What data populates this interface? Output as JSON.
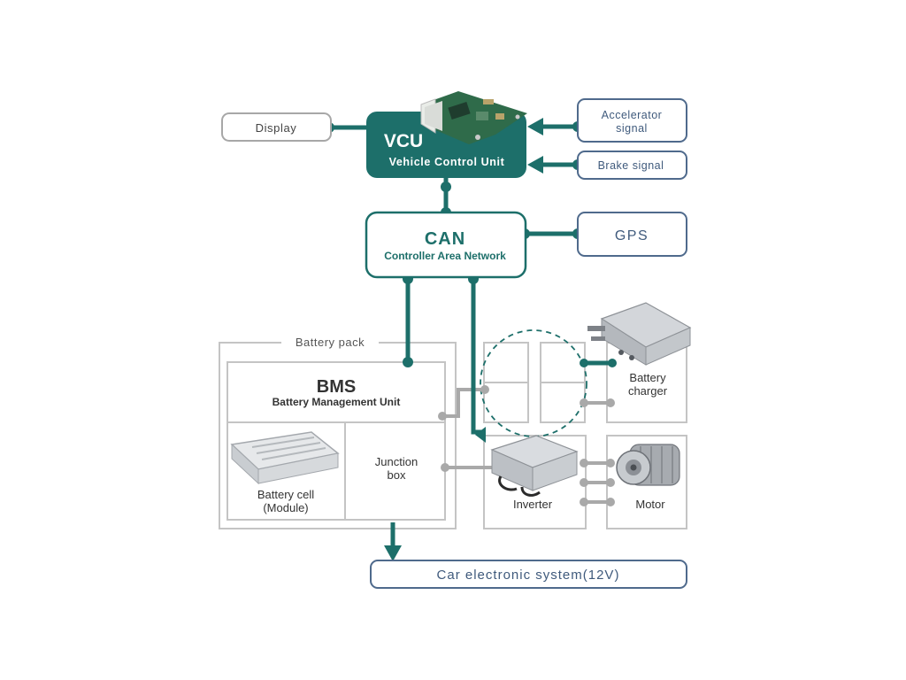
{
  "colors": {
    "teal": "#1d6f6a",
    "teal_dark": "#145e59",
    "slate": "#4f6a8c",
    "gray_border": "#b9b9b9",
    "gray_connector": "#a9a9a9",
    "text_dark": "#333333"
  },
  "vcu": {
    "title": "VCU",
    "subtitle": "Vehicle Control Unit"
  },
  "display": {
    "label": "Display"
  },
  "accelerator": {
    "line1": "Accelerator",
    "line2": "signal"
  },
  "brake": {
    "label": "Brake signal"
  },
  "can": {
    "title": "CAN",
    "subtitle": "Controller Area Network"
  },
  "gps": {
    "label": "GPS"
  },
  "battery_pack": {
    "label": "Battery pack",
    "bms_title": "BMS",
    "bms_subtitle": "Battery Management Unit",
    "cell_line1": "Battery cell",
    "cell_line2": "(Module)",
    "junction_line1": "Junction",
    "junction_line2": "box"
  },
  "charger": {
    "line1": "Battery",
    "line2": "charger"
  },
  "inverter": {
    "label": "Inverter"
  },
  "motor": {
    "label": "Motor"
  },
  "car_system": {
    "label": "Car electronic system(12V)"
  },
  "icons": {
    "pcb": "circuit-board-icon",
    "battery": "battery-module-icon",
    "charger": "charger-unit-icon",
    "inverter": "inverter-unit-icon",
    "motor": "electric-motor-icon"
  }
}
